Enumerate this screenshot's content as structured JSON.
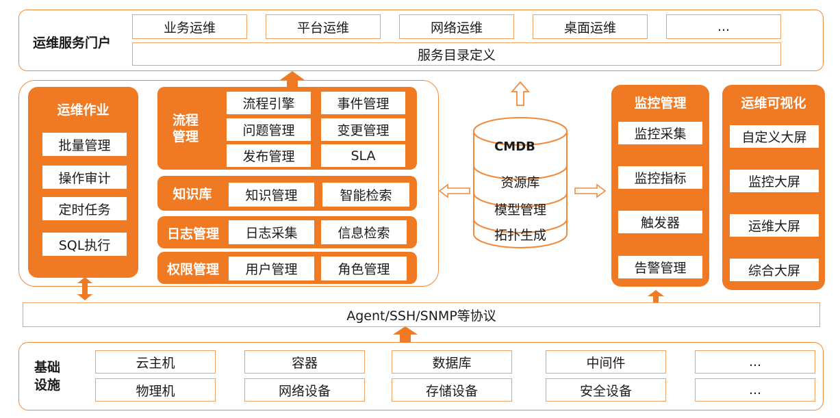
{
  "portal": {
    "title": "运维服务门户",
    "items": [
      "业务运维",
      "平台运维",
      "网络运维",
      "桌面运维",
      "..."
    ],
    "catalog": "服务目录定义"
  },
  "ops_work": {
    "title": "运维作业",
    "items": [
      "批量管理",
      "操作审计",
      "定时任务",
      "SQL执行"
    ]
  },
  "process": {
    "title": "流程\n管理",
    "items": [
      "流程引擎",
      "事件管理",
      "问题管理",
      "变更管理",
      "发布管理",
      "SLA"
    ]
  },
  "knowledge": {
    "title": "知识库",
    "items": [
      "知识管理",
      "智能检索"
    ]
  },
  "log": {
    "title": "日志管理",
    "items": [
      "日志采集",
      "信息检索"
    ]
  },
  "permission": {
    "title": "权限管理",
    "items": [
      "用户管理",
      "角色管理"
    ]
  },
  "cmdb": {
    "title": "CMDB",
    "items": [
      "资源库",
      "模型管理",
      "拓扑生成"
    ]
  },
  "monitor": {
    "title": "监控管理",
    "items": [
      "监控采集",
      "监控指标",
      "触发器",
      "告警管理"
    ]
  },
  "visual": {
    "title": "运维可视化",
    "items": [
      "自定义大屏",
      "监控大屏",
      "运维大屏",
      "综合大屏"
    ]
  },
  "protocol": "Agent/SSH/SNMP等协议",
  "infra": {
    "title": "基础\n设施",
    "row1": [
      "云主机",
      "容器",
      "数据库",
      "中间件",
      "..."
    ],
    "row2": [
      "物理机",
      "网络设备",
      "存储设备",
      "安全设备",
      "..."
    ]
  },
  "colors": {
    "accent": "#f07a24",
    "border": "#f08a3c"
  }
}
